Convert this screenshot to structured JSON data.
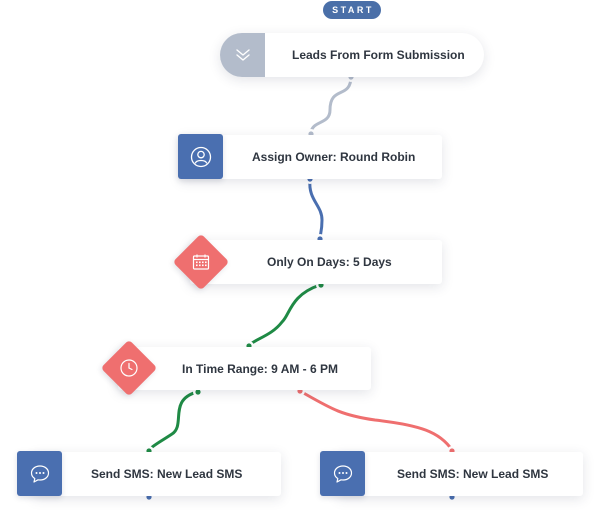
{
  "start_label": "START",
  "colors": {
    "blue": "#4a6fb0",
    "coral": "#ef6f6f",
    "green": "#1f8a45",
    "slate": "#b3bccb",
    "text": "#2f3640"
  },
  "nodes": [
    {
      "label": "Leads From Form Submission",
      "icon": "chevron-down-icon"
    },
    {
      "label": "Assign Owner: Round Robin",
      "icon": "user-icon"
    },
    {
      "label": "Only On Days: 5 Days",
      "icon": "calendar-icon"
    },
    {
      "label": "In Time Range: 9 AM - 6 PM",
      "icon": "clock-icon"
    },
    {
      "label": "Send SMS: New Lead SMS",
      "icon": "chat-bubble-icon"
    },
    {
      "label": "Send SMS: New Lead SMS",
      "icon": "chat-bubble-icon"
    }
  ]
}
